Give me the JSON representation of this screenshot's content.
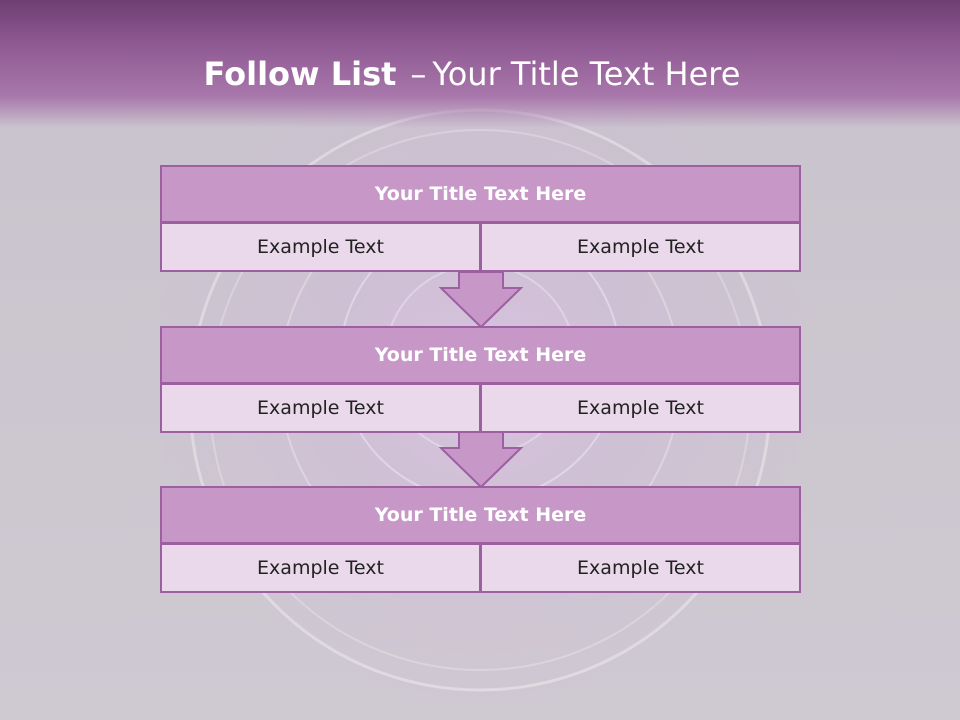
{
  "header": {
    "title_bold": "Follow List",
    "title_dash": "–",
    "title_rest": "Your Title Text Here"
  },
  "blocks": [
    {
      "title": "Your Title Text Here",
      "left_text": "Example Text",
      "right_text": "Example Text"
    },
    {
      "title": "Your Title Text Here",
      "left_text": "Example Text",
      "right_text": "Example Text"
    },
    {
      "title": "Your Title Text Here",
      "left_text": "Example Text",
      "right_text": "Example Text"
    }
  ],
  "colors": {
    "header": "#8f5a93",
    "block_title_fill": "#c797c8",
    "cell_fill": "#e9d9ea",
    "border": "#9d5fa2",
    "arrow_fill": "#c797c8"
  }
}
